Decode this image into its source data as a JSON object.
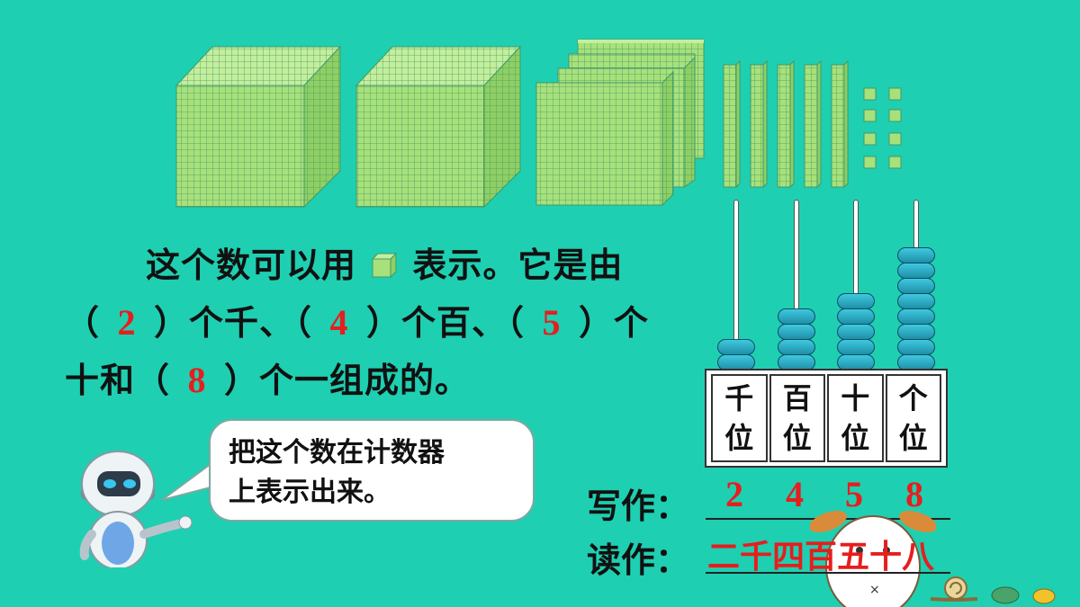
{
  "question": {
    "line1_a": "这个数可以用",
    "line1_b": "表示。它是由",
    "line2": {
      "p1": "（",
      "a1": "2",
      "p2": "）个千、（",
      "a2": "4",
      "p3": "）个百、（",
      "a3": "5",
      "p4": "）个"
    },
    "line3": {
      "p1": "十和（",
      "a4": "8",
      "p2": "）个一组成的。"
    }
  },
  "bubble": {
    "line1": "把这个数在计数器",
    "line2": "上表示出来。"
  },
  "abacus": {
    "columns": [
      {
        "top": "千",
        "bottom": "位",
        "beads": 2
      },
      {
        "top": "百",
        "bottom": "位",
        "beads": 4
      },
      {
        "top": "十",
        "bottom": "位",
        "beads": 5
      },
      {
        "top": "个",
        "bottom": "位",
        "beads": 8
      }
    ]
  },
  "write": {
    "label": "写作：",
    "digits": [
      "2",
      "4",
      "5",
      "8"
    ]
  },
  "read": {
    "label": "读作：",
    "value": "二千四百五十八"
  },
  "blocks": {
    "thousands": 2,
    "hundreds": 4,
    "tens": 5,
    "ones": 8
  },
  "colors": {
    "background": "#1fcfb1",
    "block": "#a8e07a",
    "answer": "#e61e1e",
    "bead": "#2aa9c4"
  }
}
